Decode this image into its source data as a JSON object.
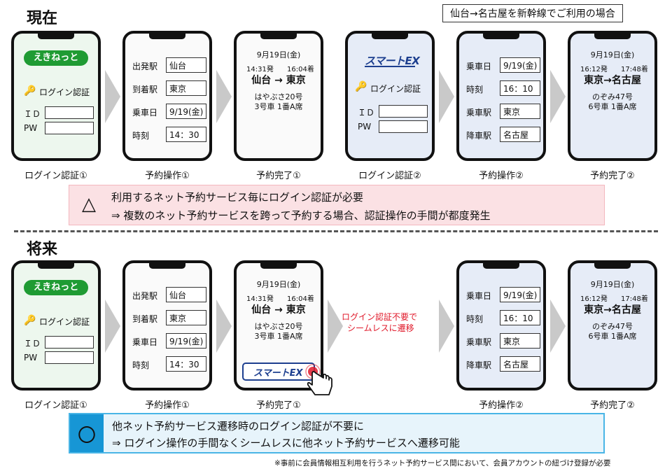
{
  "current": {
    "title": "現在",
    "route_note": "仙台→名古屋を新幹線でご利用の場合",
    "login1": {
      "logo": "えきねっと",
      "auth_label": "ログイン認証",
      "id_label": "ＩＤ",
      "pw_label": "PW",
      "caption": "ログイン認証①"
    },
    "reserve1": {
      "rows": [
        {
          "label": "出発駅",
          "value": "仙台"
        },
        {
          "label": "到着駅",
          "value": "東京"
        },
        {
          "label": "乗車日",
          "value": "9/19(金)"
        },
        {
          "label": "時刻",
          "value": "14：30"
        }
      ],
      "caption": "予約操作①"
    },
    "complete1": {
      "date": "9月19日(金)",
      "dep": "14:31発",
      "arr": "16:04着",
      "route": "仙台 → 東京",
      "train": "はやぶさ20号",
      "seat": "3号車 1番A席",
      "caption": "予約完了①"
    },
    "login2": {
      "logo": "スマートEX",
      "auth_label": "ログイン認証",
      "id_label": "ＩＤ",
      "pw_label": "PW",
      "caption": "ログイン認証②"
    },
    "reserve2": {
      "rows": [
        {
          "label": "乗車日",
          "value": "9/19(金)"
        },
        {
          "label": "時刻",
          "value": "16：10"
        },
        {
          "label": "乗車駅",
          "value": "東京"
        },
        {
          "label": "降車駅",
          "value": "名古屋"
        }
      ],
      "caption": "予約操作②"
    },
    "complete2": {
      "date": "9月19日(金)",
      "dep": "16:12発",
      "arr": "17:48着",
      "route": "東京→名古屋",
      "train": "のぞみ47号",
      "seat": "6号車 1番A席",
      "caption": "予約完了②"
    },
    "notice": {
      "symbol": "△",
      "line1": "利用するネット予約サービス毎にログイン認証が必要",
      "line2": "⇒ 複数のネット予約サービスを跨って予約する場合、認証操作の手間が都度発生"
    }
  },
  "future": {
    "title": "将来",
    "login1": {
      "logo": "えきねっと",
      "auth_label": "ログイン認証",
      "id_label": "ＩＤ",
      "pw_label": "PW",
      "caption": "ログイン認証①"
    },
    "reserve1": {
      "rows": [
        {
          "label": "出発駅",
          "value": "仙台"
        },
        {
          "label": "到着駅",
          "value": "東京"
        },
        {
          "label": "乗車日",
          "value": "9/19(金)"
        },
        {
          "label": "時刻",
          "value": "14：30"
        }
      ],
      "caption": "予約操作①"
    },
    "complete1": {
      "date": "9月19日(金)",
      "dep": "14:31発",
      "arr": "16:04着",
      "route": "仙台 → 東京",
      "train": "はやぶさ20号",
      "seat": "3号車 1番A席",
      "button_logo": "スマートEX",
      "caption": "予約完了①"
    },
    "seamless_line1": "ログイン認証不要で",
    "seamless_line2": "シームレスに遷移",
    "reserve2": {
      "rows": [
        {
          "label": "乗車日",
          "value": "9/19(金)"
        },
        {
          "label": "時刻",
          "value": "16：10"
        },
        {
          "label": "乗車駅",
          "value": "東京"
        },
        {
          "label": "降車駅",
          "value": "名古屋"
        }
      ],
      "caption": "予約操作②"
    },
    "complete2": {
      "date": "9月19日(金)",
      "dep": "16:12発",
      "arr": "17:48着",
      "route": "東京→名古屋",
      "train": "のぞみ47号",
      "seat": "6号車 1番A席",
      "caption": "予約完了②"
    },
    "notice": {
      "symbol": "〇",
      "line1": "他ネット予約サービス遷移時のログイン認証が不要に",
      "line2": "⇒ ログイン操作の手間なくシームレスに他ネット予約サービスへ遷移可能"
    }
  },
  "footnote": "※事前に会員情報相互利用を行うネット予約サービス間において、会員アカウントの紐づけ登録が必要",
  "colors": {
    "warn_bg": "#fbe1e4",
    "warn_border": "#f3b7be",
    "ok_bg": "#e7f4fb",
    "ok_border": "#49b5e6",
    "ok_symbol_bg": "#1796d5",
    "seamless_text": "#e0192a"
  }
}
